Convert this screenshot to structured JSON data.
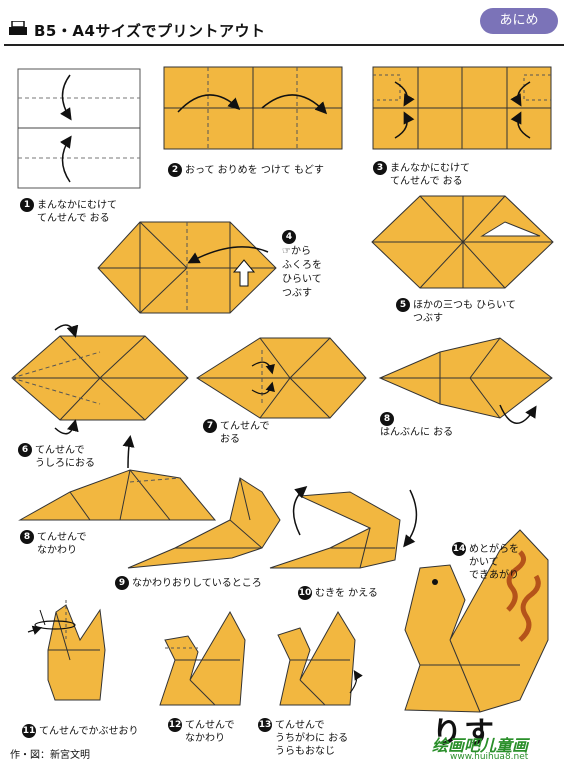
{
  "header": {
    "title": "B5・A4サイズでプリントアウト",
    "badge": "あにめ"
  },
  "steps": [
    {
      "n": "1",
      "text": [
        "まんなかにむけて",
        "てんせんで おる"
      ]
    },
    {
      "n": "2",
      "text": [
        "おって おりめを つけて もどす"
      ]
    },
    {
      "n": "3",
      "text": [
        "まんなかにむけて",
        "てんせんで おる"
      ]
    },
    {
      "n": "4",
      "text": [
        "☞から",
        "ふくろを",
        "ひらいて",
        "つぶす"
      ]
    },
    {
      "n": "5",
      "text": [
        "ほかの三つも ひらいて",
        "つぶす"
      ]
    },
    {
      "n": "6",
      "text": [
        "てんせんで",
        "うしろにおる"
      ]
    },
    {
      "n": "7",
      "text": [
        "てんせんで",
        "おる"
      ]
    },
    {
      "n": "8",
      "text": [
        "はんぶんに おる"
      ]
    },
    {
      "n": "8",
      "text": [
        "てんせんで",
        "なかわり"
      ]
    },
    {
      "n": "9",
      "text": [
        "なかわりおりしているところ"
      ]
    },
    {
      "n": "10",
      "text": [
        "むきを かえる"
      ]
    },
    {
      "n": "11",
      "text": [
        "てんせんでかぶせおり"
      ]
    },
    {
      "n": "12",
      "text": [
        "てんせんで",
        "なかわり"
      ]
    },
    {
      "n": "13",
      "text": [
        "てんせんで",
        "うちがわに おる",
        "うらもおなじ"
      ]
    },
    {
      "n": "14",
      "text": [
        "めとがらを",
        "かいて",
        "できあがり"
      ]
    }
  ],
  "result_title": "りす",
  "credit": "作・図：新宮文明",
  "watermark": {
    "logo": "绘画吧儿童画",
    "url": "www.huihua8.net"
  },
  "colors": {
    "paper": "#f2b740",
    "edge": "#333333",
    "badge": "#7b73b8",
    "stripe": "#b5531a"
  }
}
